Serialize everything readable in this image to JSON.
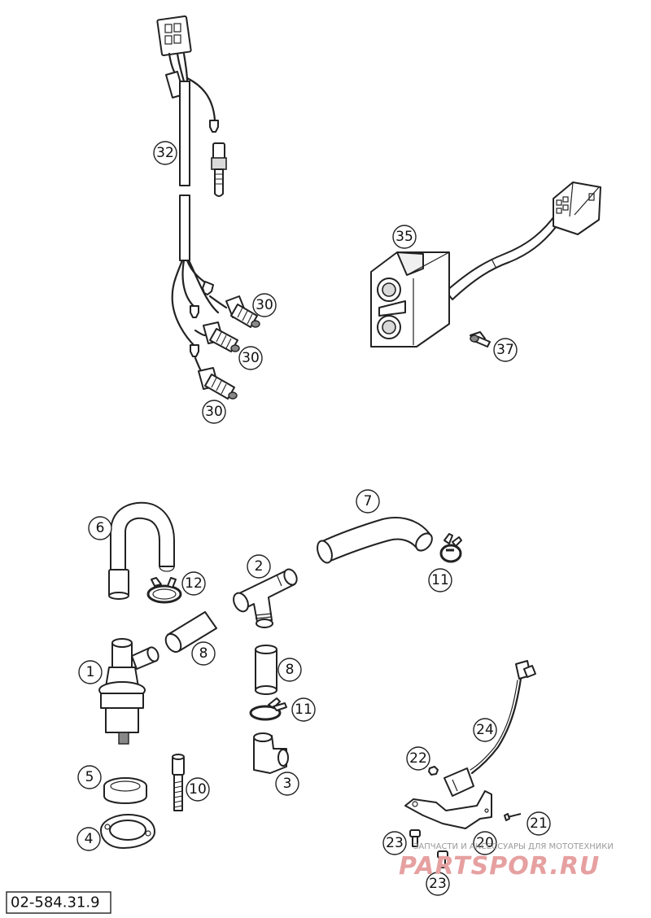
{
  "drawing_number": "02-584.31.9",
  "callouts": {
    "c32": "32",
    "c30a": "30",
    "c30b": "30",
    "c30c": "30",
    "c35": "35",
    "c37": "37",
    "c7": "7",
    "c6": "6",
    "c11a": "11",
    "c12": "12",
    "c2": "2",
    "c8a": "8",
    "c8b": "8",
    "c1": "1",
    "c11b": "11",
    "c3": "3",
    "c5": "5",
    "c10": "10",
    "c4": "4",
    "c24": "24",
    "c22": "22",
    "c21": "21",
    "c23a": "23",
    "c20": "20",
    "c23b": "23"
  },
  "watermark": {
    "tagline": "ЗАПЧАСТИ И АКСЕССУАРЫ ДЛЯ МОТОТЕХНИКИ",
    "brand": "PARTSPOR.RU"
  }
}
